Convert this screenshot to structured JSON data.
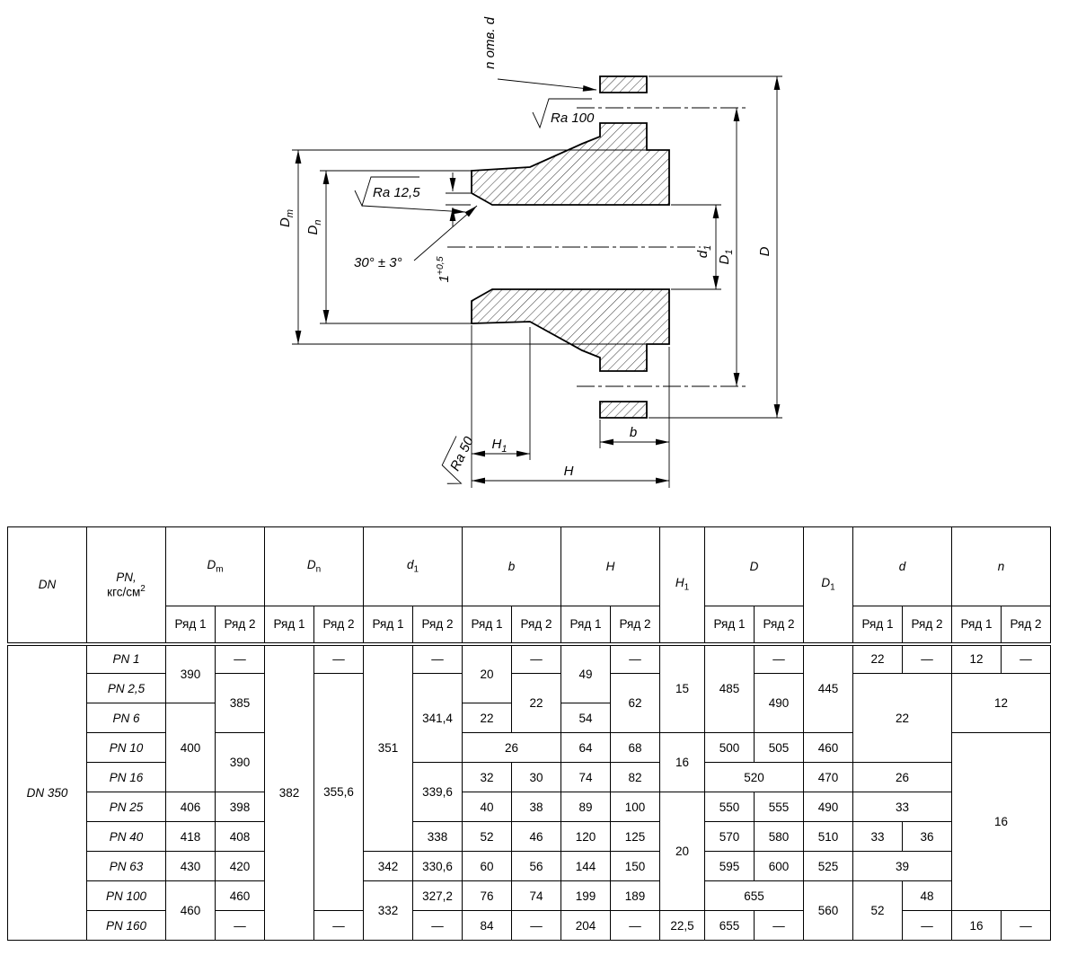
{
  "drawing": {
    "n_holes": "n отв. d",
    "ra100": "Ra 100",
    "ra125": "Ra 12,5",
    "ra50": "Ra 50",
    "angle": "30° ± 3°",
    "land_base": "1",
    "land_sup": "+0,5",
    "dm_base": "D",
    "dm_sub": "m",
    "dn_base": "D",
    "dn_sub": "n",
    "d1_base": "d",
    "d1_sub": "1",
    "D": "D",
    "D1_base": "D",
    "D1_sub": "1",
    "H": "H",
    "H1_base": "H",
    "H1_sub": "1",
    "b": "b"
  },
  "table": {
    "hdr": {
      "dn": "DN",
      "pn_line1": "PN,",
      "pn_line2": "кгс/см",
      "pn_sup": "2",
      "dm_base": "D",
      "dm_sub": "m",
      "dn_base": "D",
      "dn_sub": "n",
      "d1_base": "d",
      "d1_sub": "1",
      "b": "b",
      "H": "H",
      "H1_base": "H",
      "H1_sub": "1",
      "D": "D",
      "D1_base": "D",
      "D1_sub": "1",
      "d": "d",
      "n": "n",
      "ryad1": "Ряд 1",
      "ryad2": "Ряд 2"
    },
    "dn_value": "DN 350",
    "rows": [
      {
        "pn": "PN 1",
        "dm1": "390",
        "dm2": "—",
        "dn1": "382",
        "dn2": "—",
        "d11": "351",
        "d12": "—",
        "b1": "20",
        "b2": "—",
        "h1": "49",
        "h2": "—",
        "hh1": "15",
        "da": "485",
        "db": "—",
        "dd1": "445",
        "sa": "22",
        "sb": "—",
        "na": "12",
        "nb": "—"
      },
      {
        "pn": "PN 2,5",
        "dm2": "385",
        "dn2": "355,6",
        "d12": "341,4",
        "b2": "22",
        "h2": "62",
        "db": "490",
        "s": "22",
        "n": "12"
      },
      {
        "pn": "PN 6",
        "dm1": "400",
        "b1": "22",
        "h1": "54"
      },
      {
        "pn": "PN 10",
        "dm2": "390",
        "b": "26",
        "h1": "64",
        "h2": "68",
        "hh1": "16",
        "da": "500",
        "db": "505",
        "dd1": "460",
        "n": "16"
      },
      {
        "pn": "PN 16",
        "d12": "339,6",
        "b1": "32",
        "b2": "30",
        "h1": "74",
        "h2": "82",
        "dab": "520",
        "dd1": "470",
        "s": "26"
      },
      {
        "pn": "PN 25",
        "dm1": "406",
        "dm2": "398",
        "b1": "40",
        "b2": "38",
        "h1": "89",
        "h2": "100",
        "hh1": "20",
        "da": "550",
        "db": "555",
        "dd1": "490",
        "s": "33"
      },
      {
        "pn": "PN 40",
        "dm1": "418",
        "dm2": "408",
        "d12": "338",
        "b1": "52",
        "b2": "46",
        "h1": "120",
        "h2": "125",
        "da": "570",
        "db": "580",
        "dd1": "510",
        "sa": "33",
        "sb": "36"
      },
      {
        "pn": "PN 63",
        "dm1": "430",
        "dm2": "420",
        "d11": "342",
        "d12": "330,6",
        "b1": "60",
        "b2": "56",
        "h1": "144",
        "h2": "150",
        "da": "595",
        "db": "600",
        "dd1": "525",
        "s": "39"
      },
      {
        "pn": "PN 100",
        "dm1": "460",
        "dm2": "460",
        "d11": "332",
        "d12": "327,2",
        "b1": "76",
        "b2": "74",
        "h1": "199",
        "h2": "189",
        "dab": "655",
        "dd1": "560",
        "sa": "52",
        "sb": "48"
      },
      {
        "pn": "PN 160",
        "dm2": "—",
        "dn2": "—",
        "d12": "—",
        "b1": "84",
        "b2": "—",
        "h1": "204",
        "h2": "—",
        "hh1": "22,5",
        "da": "655",
        "db": "—",
        "sb": "—",
        "na": "16",
        "nb": "—"
      }
    ]
  }
}
